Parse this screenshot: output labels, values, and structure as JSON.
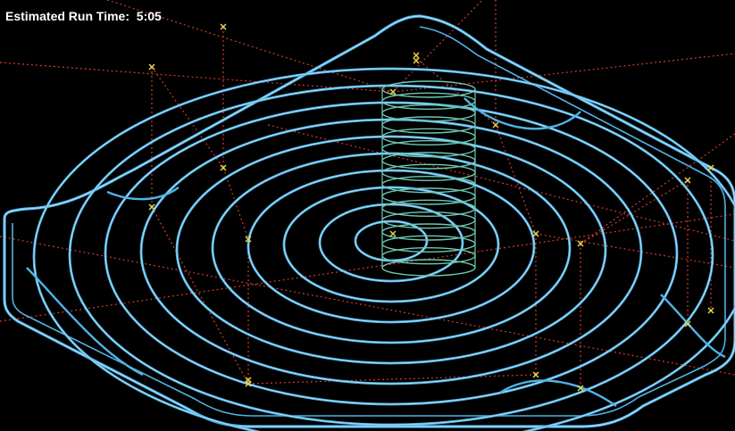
{
  "window": {
    "runtime_label": "Estimated Run Time:",
    "runtime_value": "5:05"
  },
  "colors": {
    "background": "#000000",
    "toolpath": "#4fb3e6",
    "toolpath_highlight": "#a9dcf5",
    "helix": "#6fc7b0",
    "rapid_move": "#d43a2f",
    "point_marker": "#e8d24a",
    "text": "#ffffff"
  },
  "view": {
    "icon_markers": "x-mark-icon",
    "contour_loops": 10,
    "helix_turns": 16
  }
}
